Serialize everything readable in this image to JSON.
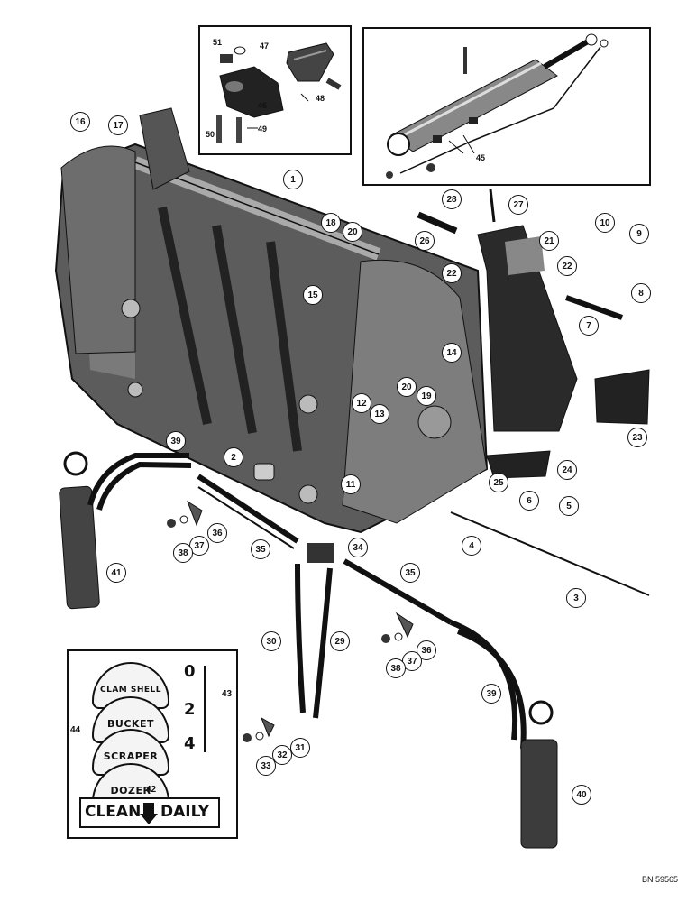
{
  "inset_top_left": {
    "callouts": [
      "51",
      "47",
      "46",
      "48",
      "50",
      "49"
    ]
  },
  "inset_top_right": {
    "callouts": [
      "45"
    ]
  },
  "callouts": {
    "c1": "1",
    "c2": "2",
    "c3": "3",
    "c4": "4",
    "c5": "5",
    "c6": "6",
    "c7": "7",
    "c8": "8",
    "c9": "9",
    "c10": "10",
    "c11": "11",
    "c12": "12",
    "c13": "13",
    "c14": "14",
    "c15": "15",
    "c16": "16",
    "c17": "17",
    "c18": "18",
    "c19": "19",
    "c20a": "20",
    "c20b": "20",
    "c21": "21",
    "c22a": "22",
    "c22b": "22",
    "c23": "23",
    "c24": "24",
    "c25": "25",
    "c26": "26",
    "c27": "27",
    "c28": "28",
    "c29": "29",
    "c30": "30",
    "c31": "31",
    "c32": "32",
    "c33": "33",
    "c34": "34",
    "c35a": "35",
    "c35b": "35",
    "c36a": "36",
    "c36b": "36",
    "c37a": "37",
    "c37b": "37",
    "c38a": "38",
    "c38b": "38",
    "c39a": "39",
    "c39b": "39",
    "c40": "40",
    "c41": "41",
    "c42": "42",
    "c43": "43",
    "c44": "44"
  },
  "decals": {
    "arches": [
      "CLAM SHELL",
      "BUCKET",
      "SCRAPER",
      "DOZER"
    ],
    "gauge": [
      "0",
      "2",
      "4"
    ],
    "clean_left": "CLEAN",
    "clean_right": "DAILY"
  },
  "doc_id": "BN 59565"
}
